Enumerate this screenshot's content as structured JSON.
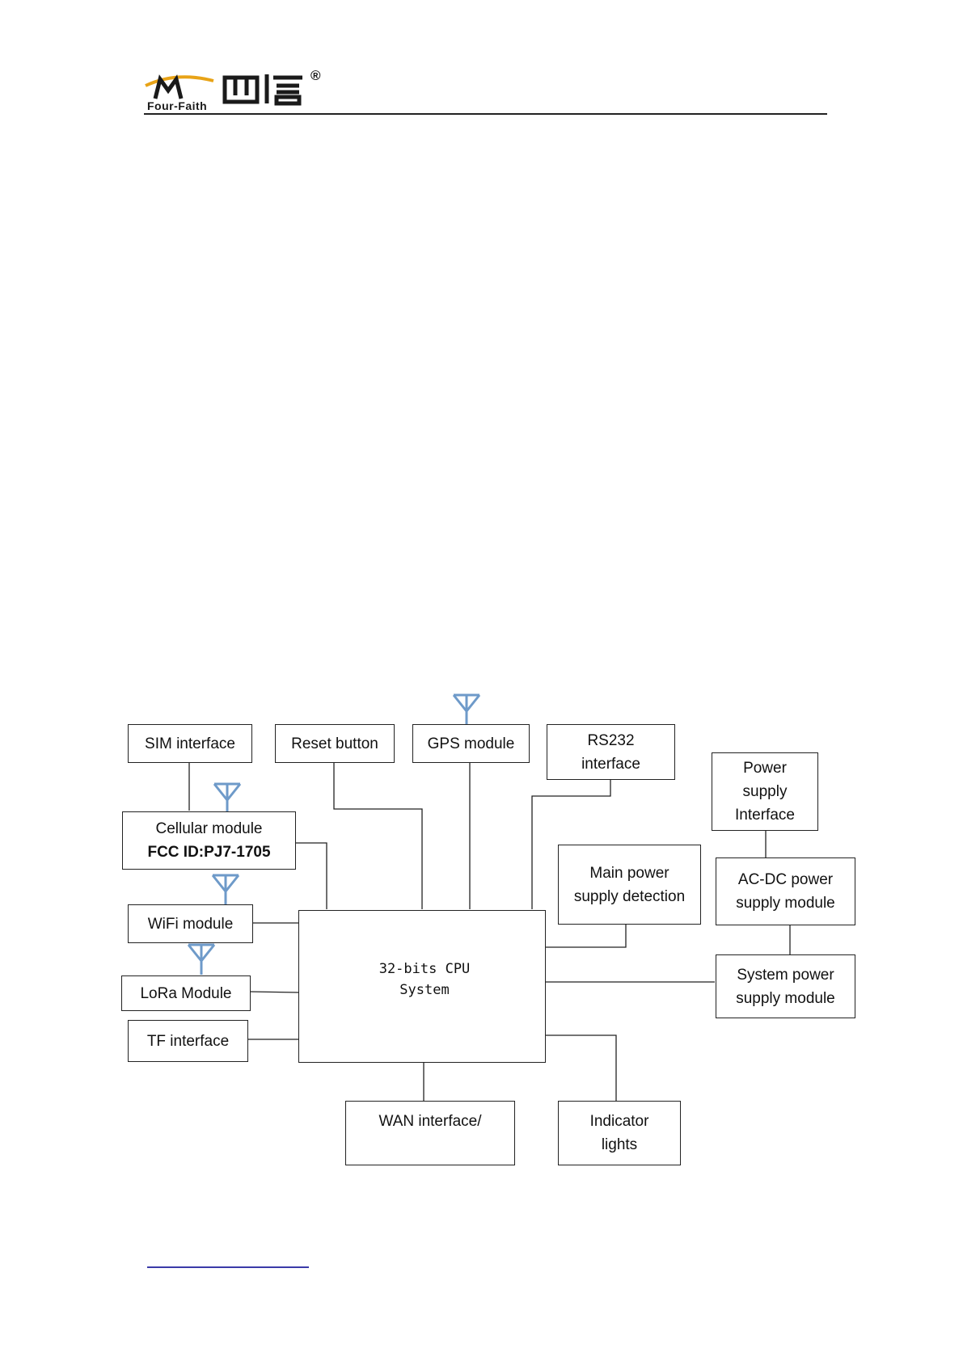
{
  "header": {
    "logo_text": "Four-Faith",
    "logo_chinese": "四信",
    "registered_mark": "®"
  },
  "diagram": {
    "boxes": {
      "sim": [
        "SIM interface"
      ],
      "reset": [
        "Reset button"
      ],
      "gps": [
        "GPS module"
      ],
      "rs232": [
        "RS232",
        "interface"
      ],
      "power_interface": [
        "Power",
        "supply",
        "Interface"
      ],
      "cellular": [
        "Cellular module",
        "FCC ID:PJ7-1705"
      ],
      "main_power": [
        "Main power",
        "supply detection"
      ],
      "acdc": [
        "AC-DC power",
        "supply module"
      ],
      "wifi": [
        "WiFi module"
      ],
      "lora": [
        "LoRa Module"
      ],
      "tf": [
        "TF interface"
      ],
      "sys_power": [
        "System power",
        "supply module"
      ],
      "wan": [
        "WAN interface/"
      ],
      "indicator": [
        "Indicator",
        "lights"
      ]
    },
    "cpu": [
      "32-bits CPU",
      "System"
    ]
  },
  "colors": {
    "antenna": "#6e9ac9",
    "line": "#222222",
    "logo_gold": "#e8a317",
    "link": "#3a3aa8"
  }
}
